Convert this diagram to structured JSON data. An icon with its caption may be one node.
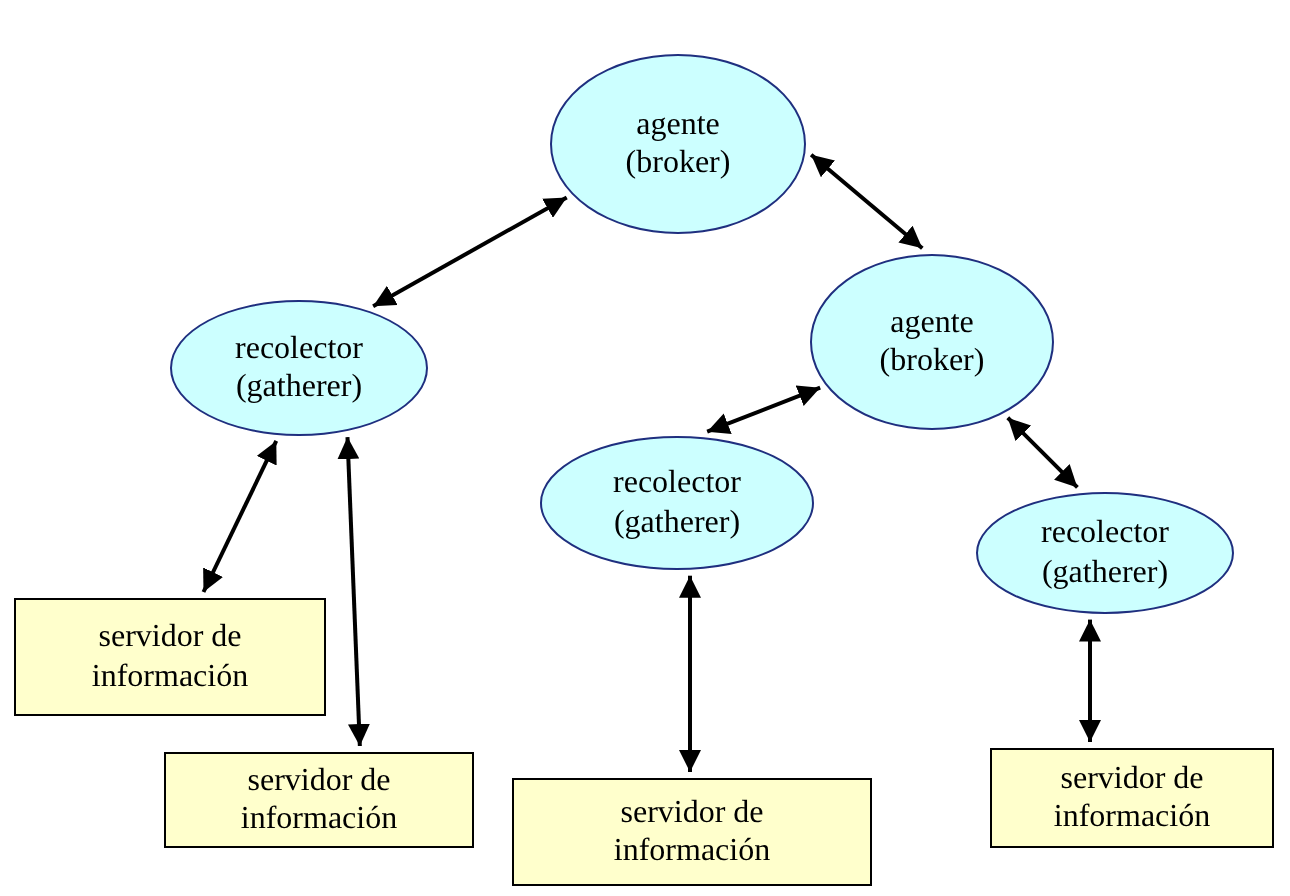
{
  "diagram": {
    "nodes": [
      {
        "text": [
          "agente (broker)"
        ]
      },
      {
        "text": [
          "recolector (gatherer)"
        ]
      },
      {
        "text": [
          "agente (broker)"
        ]
      },
      {
        "text": [
          "recolector (gatherer)"
        ]
      },
      {
        "text": [
          "recolector (gatherer)"
        ]
      },
      {
        "text": [
          "servidor de información"
        ]
      },
      {
        "text": [
          "servidor de información"
        ]
      },
      {
        "text": [
          "servidor de información"
        ]
      },
      {
        "text": [
          "servidor de información"
        ]
      }
    ],
    "edges": [
      {
        "from": 0,
        "to": 1,
        "arrow": "both"
      },
      {
        "from": 0,
        "to": 2,
        "arrow": "both"
      },
      {
        "from": 2,
        "to": 3,
        "arrow": "both"
      },
      {
        "from": 2,
        "to": 4,
        "arrow": "both"
      },
      {
        "from": 1,
        "to": 5,
        "arrow": "both"
      },
      {
        "from": 1,
        "to": 6,
        "arrow": "both"
      },
      {
        "from": 3,
        "to": 7,
        "arrow": "both"
      },
      {
        "from": 4,
        "to": 8,
        "arrow": "both"
      }
    ]
  }
}
